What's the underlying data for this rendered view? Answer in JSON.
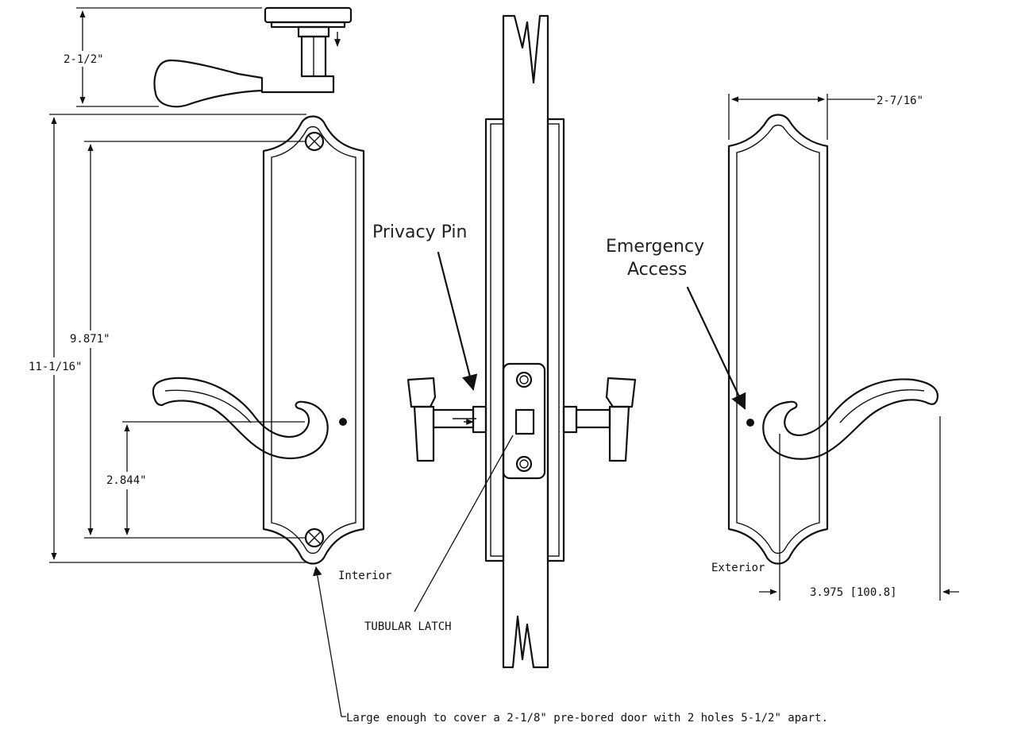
{
  "dimensions": {
    "rose_height": "2-1/2\"",
    "plate_height": "11-1/16\"",
    "screw_spacing": "9.871\"",
    "lever_to_screw": "2.844\"",
    "plate_width": "2-7/16\"",
    "projection": "3.975 [100.8]"
  },
  "labels": {
    "privacy_pin": "Privacy Pin",
    "emergency_line1": "Emergency",
    "emergency_line2": "Access",
    "interior": "Interior",
    "exterior": "Exterior",
    "tubular_latch": "TUBULAR LATCH",
    "footnote": "Large enough to cover a 2-1/8\" pre-bored door with 2 holes 5-1/2\" apart."
  }
}
